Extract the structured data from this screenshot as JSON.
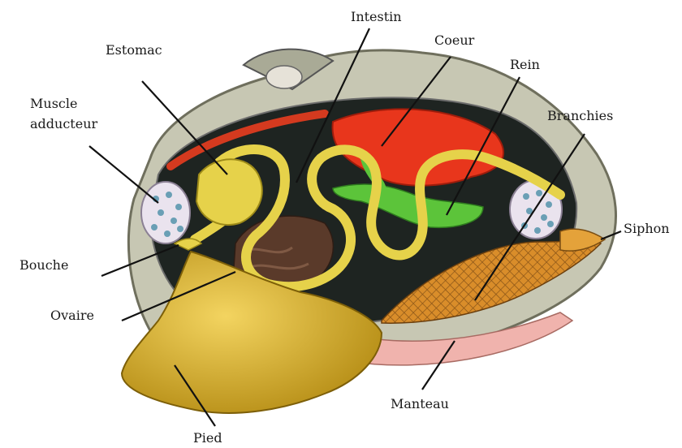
{
  "labels": {
    "intestin": "Intestin",
    "estomac": "Estomac",
    "coeur": "Coeur",
    "rein": "Rein",
    "muscle_line1": "Muscle",
    "muscle_line2": "adducteur",
    "branchies": "Branchies",
    "siphon": "Siphon",
    "bouche": "Bouche",
    "ovaire": "Ovaire",
    "manteau": "Manteau",
    "pied": "Pied"
  },
  "colors": {
    "shell": "#bdbfa8",
    "cavity": "#1e2421",
    "heart": "#e8361c",
    "kidney": "#5cc43a",
    "intestine": "#e6d24a",
    "foot": "#d9b422",
    "ovary": "#5a3a2a",
    "gills": "#d98d2a",
    "mantle": "#f0b3ad",
    "muscle": "#eae3ee"
  }
}
